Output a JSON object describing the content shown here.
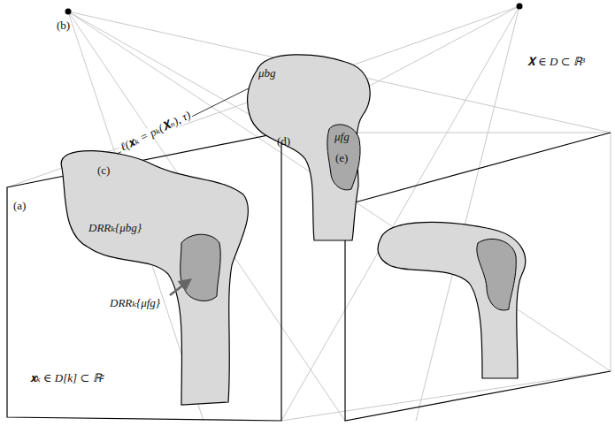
{
  "diagram": {
    "nodes": [
      {
        "text": [
          "(a)",
          "𝐱ₖ ∈ D[k] ⊂ ℝ²"
        ]
      },
      {
        "text": [
          "DRRₖ{μbg}"
        ],
        "in": 0
      },
      {
        "text": [
          "μbg",
          "(d)"
        ]
      },
      {
        "text": [
          "μfg",
          "(e)"
        ],
        "in": 2
      }
    ],
    "labels": [
      "(b)",
      "(c)",
      "ℓ(𝐱ₖ = pₖ(𝐗ₙ), τ)",
      "𝐗 ∈ D ⊂ ℝ³",
      "DRRₖ{μfg}"
    ]
  }
}
